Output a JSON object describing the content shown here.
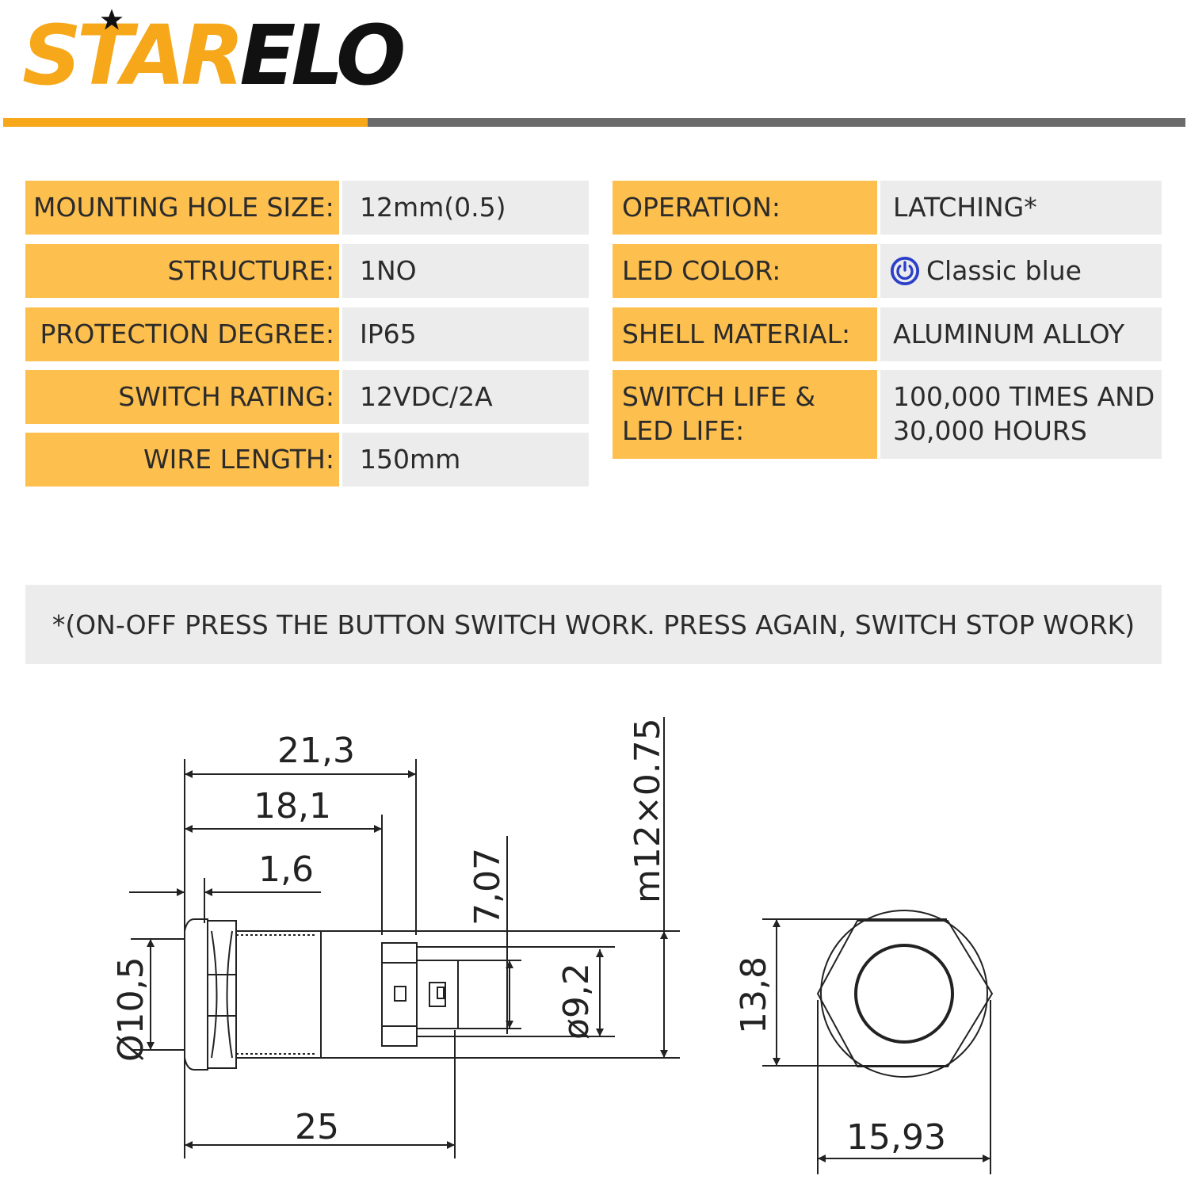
{
  "brand": {
    "star_part": "STAR",
    "elo_part": "ELO"
  },
  "specs_left": [
    {
      "label": "MOUNTING HOLE SIZE:",
      "value": "12mm(0.5)"
    },
    {
      "label": "STRUCTURE:",
      "value": "1NO"
    },
    {
      "label": "PROTECTION DEGREE:",
      "value": "IP65"
    },
    {
      "label": "SWITCH RATING:",
      "value": "12VDC/2A"
    },
    {
      "label": "WIRE LENGTH:",
      "value": "150mm"
    }
  ],
  "specs_right": [
    {
      "label": "OPERATION:",
      "value": "LATCHING*"
    },
    {
      "label": "LED COLOR:",
      "value": "Classic blue",
      "icon": "power-icon",
      "icon_color": "#2b3fc8"
    },
    {
      "label": "SHELL MATERIAL:",
      "value": "ALUMINUM ALLOY"
    },
    {
      "label": "SWITCH LIFE &\nLED LIFE:",
      "value": "100,000 TIMES AND\n30,000 HOURS"
    }
  ],
  "note": "*(ON-OFF PRESS THE BUTTON SWITCH WORK. PRESS AGAIN, SWITCH STOP WORK)",
  "dimensions": {
    "overall_length": "21,3",
    "body_length": "18,1",
    "head_thickness": "1,6",
    "head_diameter": "Ø10,5",
    "terminal_offset": "7,07",
    "terminal_diameter": "ø9,2",
    "thread": "m12×0.75",
    "total_length": "25",
    "nut_height": "13,8",
    "nut_width": "15,93"
  },
  "colors": {
    "accent": "#fdbf4e",
    "brand_orange": "#f6a81a",
    "cell_gray": "#ececec",
    "rule_gray": "#6b6b6b"
  }
}
